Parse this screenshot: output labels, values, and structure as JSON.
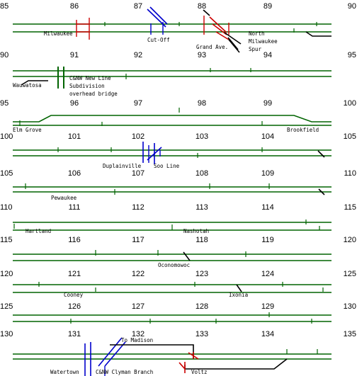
{
  "colors": {
    "main_track": "#006400",
    "red_line": "#cc0000",
    "blue_line": "#0000cc",
    "black_track": "#000000",
    "background": "#ffffff",
    "text": "#000000"
  },
  "rows": [
    {
      "mileposts": [
        "85",
        "86",
        "87",
        "88",
        "89",
        "90"
      ],
      "labels": [
        {
          "text": "Milwaukee"
        },
        {
          "text": "Cut-Off"
        },
        {
          "text": "Grand Ave."
        },
        {
          "text": "North"
        },
        {
          "text": "Milwaukee"
        },
        {
          "text": "Spur"
        }
      ]
    },
    {
      "mileposts": [
        "90",
        "91",
        "92",
        "93",
        "94",
        "95"
      ],
      "labels": [
        {
          "text": "Wauwatosa"
        },
        {
          "text": "C&NW New Line"
        },
        {
          "text": "Subdivision"
        },
        {
          "text": "overhead bridge"
        }
      ]
    },
    {
      "mileposts": [
        "95",
        "96",
        "97",
        "98",
        "99",
        "100"
      ],
      "labels": [
        {
          "text": "Elm Grove"
        },
        {
          "text": "Brookfield"
        }
      ]
    },
    {
      "mileposts": [
        "100",
        "101",
        "102",
        "103",
        "104",
        "105"
      ],
      "labels": [
        {
          "text": "Duplainville"
        },
        {
          "text": "Soo Line"
        }
      ]
    },
    {
      "mileposts": [
        "105",
        "106",
        "107",
        "108",
        "109",
        "110"
      ],
      "labels": [
        {
          "text": "Pewaukee"
        }
      ]
    },
    {
      "mileposts": [
        "110",
        "111",
        "112",
        "113",
        "114",
        "115"
      ],
      "labels": [
        {
          "text": "Hartland"
        },
        {
          "text": "Nashotah"
        }
      ]
    },
    {
      "mileposts": [
        "115",
        "116",
        "117",
        "118",
        "119",
        "120"
      ],
      "labels": [
        {
          "text": "Oconomowoc"
        }
      ]
    },
    {
      "mileposts": [
        "120",
        "121",
        "122",
        "123",
        "124",
        "125"
      ],
      "labels": [
        {
          "text": "Cooney"
        },
        {
          "text": "Ixonia"
        }
      ]
    },
    {
      "mileposts": [
        "125",
        "126",
        "127",
        "128",
        "129",
        "130"
      ],
      "labels": []
    },
    {
      "mileposts": [
        "130",
        "131",
        "132",
        "133",
        "134",
        "135"
      ],
      "labels": [
        {
          "text": "To Madison"
        },
        {
          "text": "Watertown"
        },
        {
          "text": "C&NW Clyman Branch"
        },
        {
          "text": "Voltz"
        }
      ]
    }
  ]
}
